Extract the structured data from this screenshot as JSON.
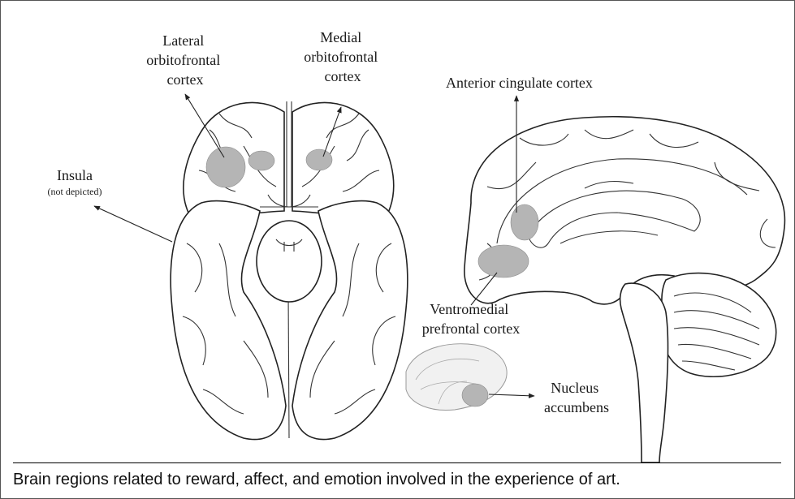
{
  "labels": {
    "lateral_ofc": [
      "Lateral",
      "orbitofrontal",
      "cortex"
    ],
    "medial_ofc": [
      "Medial",
      "orbitofrontal",
      "cortex"
    ],
    "insula": "Insula",
    "insula_note": "(not depicted)",
    "acc": "Anterior cingulate cortex",
    "vmpfc": [
      "Ventromedial",
      "prefrontal cortex"
    ],
    "nucleus": [
      "Nucleus",
      "accumbens"
    ]
  },
  "caption": "Brain regions related to reward, affect, and emotion involved in the experience of art.",
  "colors": {
    "region_fill": "#b5b5b5",
    "outline": "#222222"
  }
}
